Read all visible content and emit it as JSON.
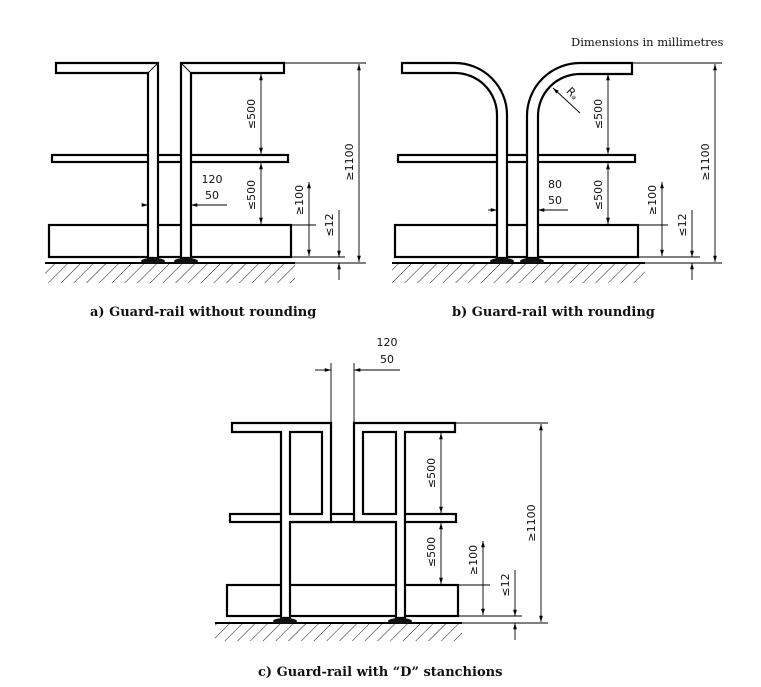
{
  "note": "Dimensions in millimetres",
  "panels": [
    {
      "caption": "a)  Guard-rail without rounding",
      "gap_max": "120",
      "gap_min": "50",
      "rail_spacing_upper": "≤500",
      "rail_spacing_lower": "≤500",
      "toeboard_height": "≥100",
      "toeboard_gap": "≤12",
      "total_height": "≥1100"
    },
    {
      "caption": "b)  Guard-rail with rounding",
      "gap_max": "80",
      "gap_min": "50",
      "radius_label": "Rₐ",
      "rail_spacing_upper": "≤500",
      "rail_spacing_lower": "≤500",
      "toeboard_height": "≥100",
      "toeboard_gap": "≤12",
      "total_height": "≥1100"
    },
    {
      "caption": "c)  Guard-rail with “D” stanchions",
      "gap_max": "120",
      "gap_min": "50",
      "rail_spacing_upper": "≤500",
      "rail_spacing_lower": "≤500",
      "toeboard_height": "≥100",
      "toeboard_gap": "≤12",
      "total_height": "≥1100"
    }
  ]
}
